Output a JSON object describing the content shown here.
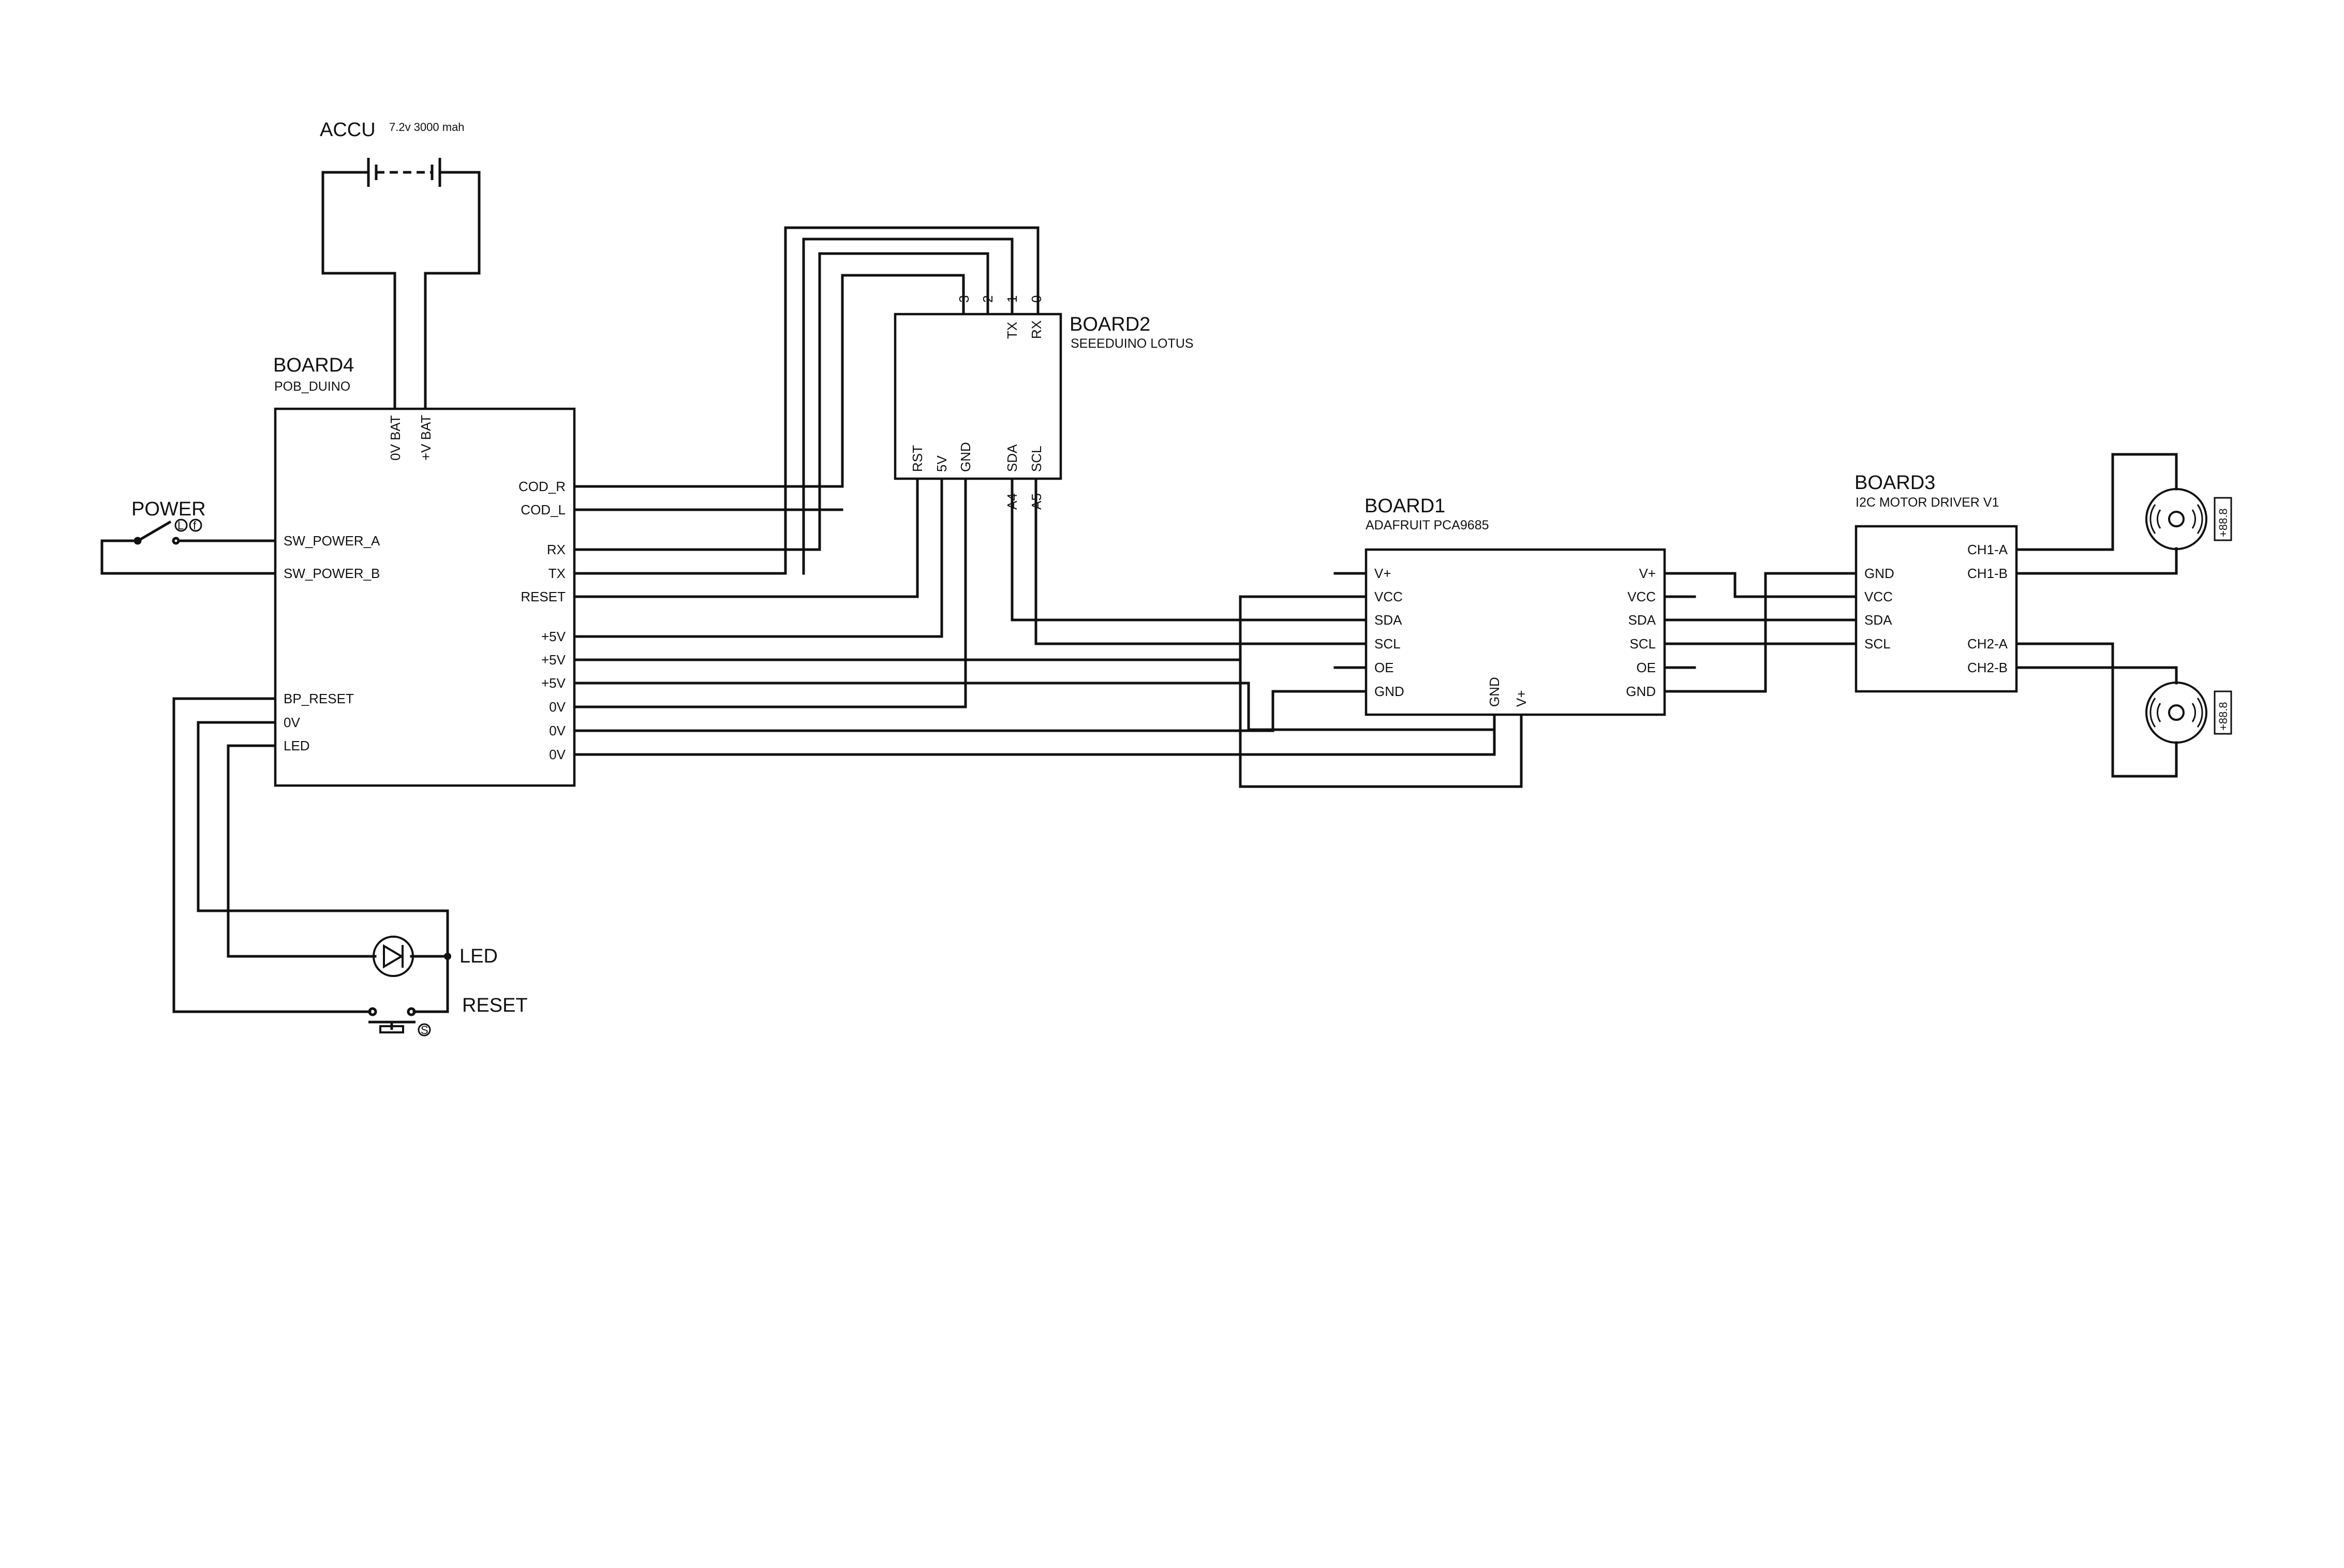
{
  "accu": {
    "label": "ACCU",
    "spec": "7.2v 3000 mah"
  },
  "power": {
    "label": "POWER",
    "badge_a": "L",
    "badge_b": "f"
  },
  "board4": {
    "title": "BOARD4",
    "subtitle": "POB_DUINO",
    "top_pins": [
      "0V BAT",
      "+V BAT"
    ],
    "left_pins": [
      "SW_POWER_A",
      "SW_POWER_B",
      "BP_RESET",
      "0V",
      "LED"
    ],
    "right_pins": [
      "COD_R",
      "COD_L",
      "RX",
      "TX",
      "RESET",
      "+5V",
      "+5V",
      "+5V",
      "0V",
      "0V",
      "0V"
    ]
  },
  "board2": {
    "title": "BOARD2",
    "subtitle": "SEEEDUINO LOTUS",
    "top_numbers": [
      "3",
      "2",
      "1",
      "0"
    ],
    "top_pins": [
      "TX",
      "RX"
    ],
    "bottom_pins": [
      "RST",
      "5V",
      "GND",
      "SDA",
      "SCL"
    ],
    "bottom_labels": [
      "A4",
      "A5"
    ]
  },
  "board1": {
    "title": "BOARD1",
    "subtitle": "ADAFRUIT PCA9685",
    "left_pins": [
      "V+",
      "VCC",
      "SDA",
      "SCL",
      "OE",
      "GND"
    ],
    "right_pins": [
      "V+",
      "VCC",
      "SDA",
      "SCL",
      "OE",
      "GND"
    ],
    "bottom_pins": [
      "GND",
      "V+"
    ]
  },
  "board3": {
    "title": "BOARD3",
    "subtitle": "I2C MOTOR DRIVER V1",
    "left_pins": [
      "GND",
      "VCC",
      "SDA",
      "SCL"
    ],
    "right_pins": [
      "CH1-A",
      "CH1-B",
      "CH2-A",
      "CH2-B"
    ]
  },
  "motors": [
    {
      "readout": "+88.8"
    },
    {
      "readout": "+88.8"
    }
  ],
  "led": {
    "label": "LED"
  },
  "reset": {
    "label": "RESET",
    "badge": "S"
  }
}
